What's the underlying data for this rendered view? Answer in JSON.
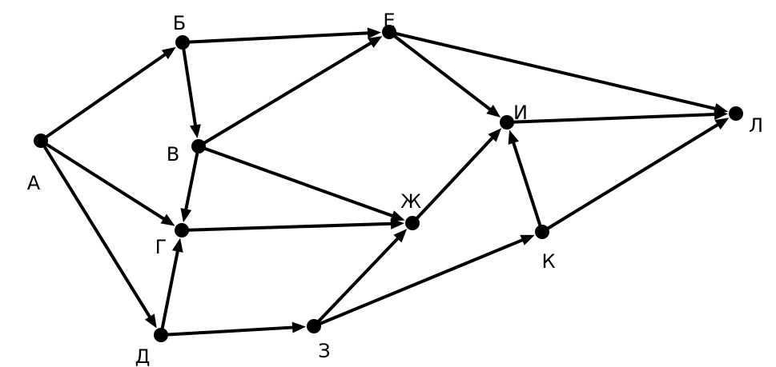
{
  "diagram": {
    "type": "directed-graph",
    "colors": {
      "node": "#000000",
      "edge": "#000000",
      "background": "#ffffff"
    },
    "nodes": [
      {
        "id": "A",
        "label": "А"
      },
      {
        "id": "B",
        "label": "Б"
      },
      {
        "id": "V",
        "label": "В"
      },
      {
        "id": "G",
        "label": "Г"
      },
      {
        "id": "D",
        "label": "Д"
      },
      {
        "id": "E",
        "label": "Е"
      },
      {
        "id": "Zh",
        "label": "Ж"
      },
      {
        "id": "Z",
        "label": "З"
      },
      {
        "id": "I",
        "label": "И"
      },
      {
        "id": "K",
        "label": "К"
      },
      {
        "id": "L",
        "label": "Л"
      }
    ],
    "edges": [
      {
        "from": "A",
        "to": "B"
      },
      {
        "from": "A",
        "to": "G"
      },
      {
        "from": "A",
        "to": "D"
      },
      {
        "from": "B",
        "to": "E"
      },
      {
        "from": "B",
        "to": "V"
      },
      {
        "from": "V",
        "to": "E"
      },
      {
        "from": "V",
        "to": "G"
      },
      {
        "from": "V",
        "to": "Zh"
      },
      {
        "from": "D",
        "to": "G"
      },
      {
        "from": "D",
        "to": "Z"
      },
      {
        "from": "G",
        "to": "Zh"
      },
      {
        "from": "Z",
        "to": "Zh"
      },
      {
        "from": "Z",
        "to": "K"
      },
      {
        "from": "E",
        "to": "I"
      },
      {
        "from": "E",
        "to": "L"
      },
      {
        "from": "Zh",
        "to": "I"
      },
      {
        "from": "K",
        "to": "I"
      },
      {
        "from": "K",
        "to": "L"
      },
      {
        "from": "I",
        "to": "L"
      }
    ]
  }
}
